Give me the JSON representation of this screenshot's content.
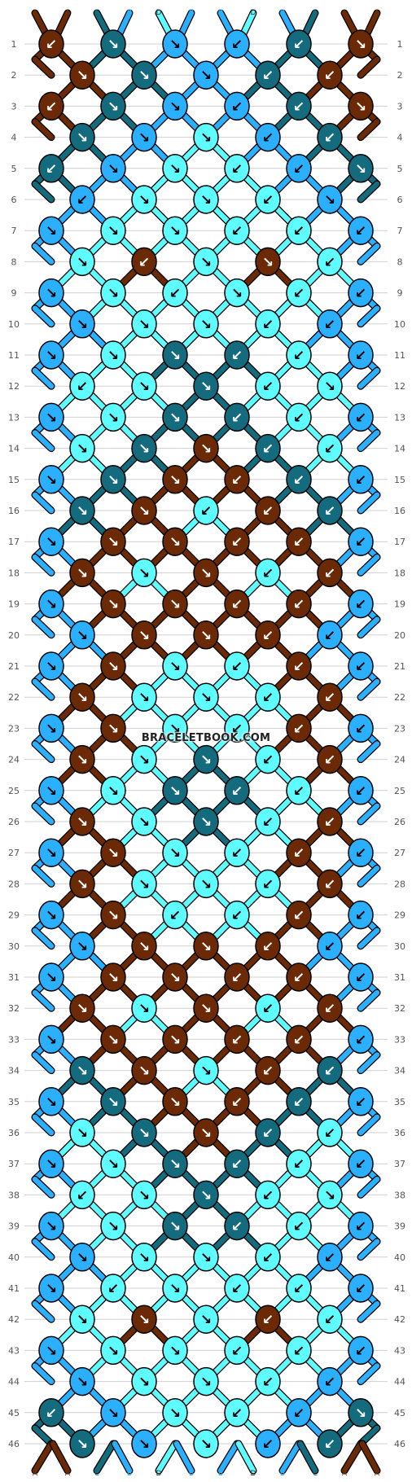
{
  "watermark": "BRACELETBOOK.COM",
  "colors": {
    "A": "#6b2a05",
    "C": "#136b7d",
    "B": "#2ab0ff",
    "D": "#5ffcff",
    "grid": "#d0d0d0",
    "outline": "#000000",
    "label": "#555555"
  },
  "top_labels": [
    "A",
    "A",
    "C",
    "B",
    "D",
    "B",
    "B",
    "D",
    "B",
    "C",
    "A",
    "A"
  ],
  "bottom_labels": [
    "A",
    "A",
    "C",
    "B",
    "D",
    "B",
    "B",
    "D",
    "B",
    "C",
    "A",
    "A"
  ],
  "row_count": 46,
  "knot_rows": [
    [
      "A",
      "C",
      "B",
      "B",
      "C",
      "A"
    ],
    [
      "A",
      "C",
      "B",
      "C",
      "A"
    ],
    [
      "A",
      "C",
      "B",
      "B",
      "C",
      "A"
    ],
    [
      "C",
      "B",
      "D",
      "B",
      "C"
    ],
    [
      "C",
      "B",
      "D",
      "D",
      "B",
      "C"
    ],
    [
      "B",
      "D",
      "D",
      "D",
      "B"
    ],
    [
      "B",
      "D",
      "D",
      "D",
      "D",
      "B"
    ],
    [
      "D",
      "A",
      "D",
      "A",
      "D"
    ],
    [
      "B",
      "D",
      "D",
      "D",
      "D",
      "B"
    ],
    [
      "B",
      "D",
      "D",
      "D",
      "B"
    ],
    [
      "B",
      "D",
      "C",
      "C",
      "D",
      "B"
    ],
    [
      "D",
      "D",
      "C",
      "D",
      "D"
    ],
    [
      "B",
      "D",
      "C",
      "C",
      "D",
      "B"
    ],
    [
      "D",
      "C",
      "A",
      "C",
      "D"
    ],
    [
      "B",
      "C",
      "A",
      "A",
      "C",
      "B"
    ],
    [
      "C",
      "A",
      "D",
      "A",
      "C"
    ],
    [
      "B",
      "A",
      "A",
      "A",
      "A",
      "B"
    ],
    [
      "A",
      "D",
      "A",
      "D",
      "A"
    ],
    [
      "B",
      "A",
      "A",
      "A",
      "A",
      "B"
    ],
    [
      "B",
      "A",
      "A",
      "A",
      "B"
    ],
    [
      "B",
      "A",
      "D",
      "D",
      "A",
      "B"
    ],
    [
      "A",
      "D",
      "D",
      "D",
      "A"
    ],
    [
      "B",
      "A",
      "D",
      "D",
      "A",
      "B"
    ],
    [
      "A",
      "D",
      "C",
      "D",
      "A"
    ],
    [
      "B",
      "D",
      "C",
      "C",
      "D",
      "B"
    ],
    [
      "A",
      "D",
      "C",
      "D",
      "A"
    ],
    [
      "B",
      "A",
      "D",
      "D",
      "A",
      "B"
    ],
    [
      "A",
      "D",
      "D",
      "D",
      "A"
    ],
    [
      "B",
      "A",
      "D",
      "D",
      "A",
      "B"
    ],
    [
      "B",
      "A",
      "A",
      "A",
      "B"
    ],
    [
      "B",
      "A",
      "A",
      "A",
      "A",
      "B"
    ],
    [
      "A",
      "D",
      "A",
      "D",
      "A"
    ],
    [
      "B",
      "A",
      "A",
      "A",
      "A",
      "B"
    ],
    [
      "C",
      "A",
      "D",
      "A",
      "C"
    ],
    [
      "B",
      "C",
      "A",
      "A",
      "C",
      "B"
    ],
    [
      "D",
      "C",
      "A",
      "C",
      "D"
    ],
    [
      "B",
      "D",
      "C",
      "C",
      "D",
      "B"
    ],
    [
      "D",
      "D",
      "C",
      "D",
      "D"
    ],
    [
      "B",
      "D",
      "C",
      "C",
      "D",
      "B"
    ],
    [
      "B",
      "D",
      "D",
      "D",
      "B"
    ],
    [
      "B",
      "D",
      "D",
      "D",
      "D",
      "B"
    ],
    [
      "D",
      "A",
      "D",
      "A",
      "D"
    ],
    [
      "B",
      "D",
      "D",
      "D",
      "D",
      "B"
    ],
    [
      "B",
      "D",
      "D",
      "D",
      "B"
    ],
    [
      "C",
      "B",
      "D",
      "D",
      "B",
      "C"
    ],
    [
      "C",
      "B",
      "D",
      "B",
      "C"
    ]
  ],
  "arrow_rows": [
    [
      "↙",
      "↘",
      "↘",
      "↙",
      "↙",
      "↘"
    ],
    [
      "↘",
      "↘",
      "↘",
      "↙",
      "↙"
    ],
    [
      "↙",
      "↘",
      "↘",
      "↙",
      "↙",
      "↘"
    ],
    [
      "↘",
      "↘",
      "↘",
      "↙",
      "↙"
    ],
    [
      "↙",
      "↘",
      "↘",
      "↙",
      "↙",
      "↘"
    ],
    [
      "↙",
      "↘",
      "↘",
      "↙",
      "↘"
    ],
    [
      "↘",
      "↘",
      "↘",
      "↙",
      "↙",
      "↙"
    ],
    [
      "↘",
      "↙",
      "↘",
      "↘",
      "↙"
    ],
    [
      "↘",
      "↘",
      "↙",
      "↘",
      "↙",
      "↙"
    ],
    [
      "↘",
      "↘",
      "↘",
      "↙",
      "↙"
    ],
    [
      "↘",
      "↘",
      "↘",
      "↙",
      "↙",
      "↙"
    ],
    [
      "↙",
      "↘",
      "↘",
      "↙",
      "↘"
    ],
    [
      "↘",
      "↘",
      "↘",
      "↙",
      "↙",
      "↙"
    ],
    [
      "↘",
      "↘",
      "↘",
      "↙",
      "↙"
    ],
    [
      "↘",
      "↘",
      "↘",
      "↙",
      "↙",
      "↙"
    ],
    [
      "↘",
      "↘",
      "↙",
      "↙",
      "↙"
    ],
    [
      "↘",
      "↘",
      "↘",
      "↙",
      "↙",
      "↙"
    ],
    [
      "↘",
      "↘",
      "↘",
      "↙",
      "↙"
    ],
    [
      "↘",
      "↘",
      "↘",
      "↙",
      "↙",
      "↙"
    ],
    [
      "↘",
      "↘",
      "↘",
      "↙",
      "↙"
    ],
    [
      "↘",
      "↘",
      "↘",
      "↙",
      "↙",
      "↙"
    ],
    [
      "↘",
      "↘",
      "↘",
      "↙",
      "↙"
    ],
    [
      "↘",
      "↘",
      "↘",
      "↙",
      "↙",
      "↙"
    ],
    [
      "↘",
      "↘",
      "↘",
      "↙",
      "↙"
    ],
    [
      "↘",
      "↘",
      "↘",
      "↙",
      "↙",
      "↙"
    ],
    [
      "↘",
      "↘",
      "↘",
      "↙",
      "↙"
    ],
    [
      "↘",
      "↘",
      "↘",
      "↙",
      "↙",
      "↙"
    ],
    [
      "↘",
      "↘",
      "↘",
      "↙",
      "↙"
    ],
    [
      "↘",
      "↘",
      "↙",
      "↙",
      "↙",
      "↙"
    ],
    [
      "↘",
      "↘",
      "↘",
      "↙",
      "↙"
    ],
    [
      "↘",
      "↘",
      "↘",
      "↙",
      "↙",
      "↙"
    ],
    [
      "↘",
      "↘",
      "↘",
      "↙",
      "↙"
    ],
    [
      "↘",
      "↘",
      "↘",
      "↙",
      "↙",
      "↙"
    ],
    [
      "↘",
      "↘",
      "↘",
      "↙",
      "↙"
    ],
    [
      "↘",
      "↘",
      "↘",
      "↙",
      "↙",
      "↙"
    ],
    [
      "↘",
      "↘",
      "↘",
      "↙",
      "↙"
    ],
    [
      "↘",
      "↘",
      "↘",
      "↙",
      "↙",
      "↙"
    ],
    [
      "↙",
      "↘",
      "↘",
      "↙",
      "↘"
    ],
    [
      "↘",
      "↘",
      "↘",
      "↙",
      "↙",
      "↙"
    ],
    [
      "↘",
      "↘",
      "↘",
      "↙",
      "↙"
    ],
    [
      "↘",
      "↙",
      "↘",
      "↙",
      "↙",
      "↙"
    ],
    [
      "↘",
      "↘",
      "↘",
      "↙",
      "↙"
    ],
    [
      "↘",
      "↘",
      "↘",
      "↙",
      "↙",
      "↙"
    ],
    [
      "↘",
      "↘",
      "↘",
      "↙",
      "↙"
    ],
    [
      "↙",
      "↘",
      "↘",
      "↙",
      "↙",
      "↘"
    ],
    [
      "↘",
      "↘",
      "↘",
      "↙",
      "↙"
    ]
  ]
}
